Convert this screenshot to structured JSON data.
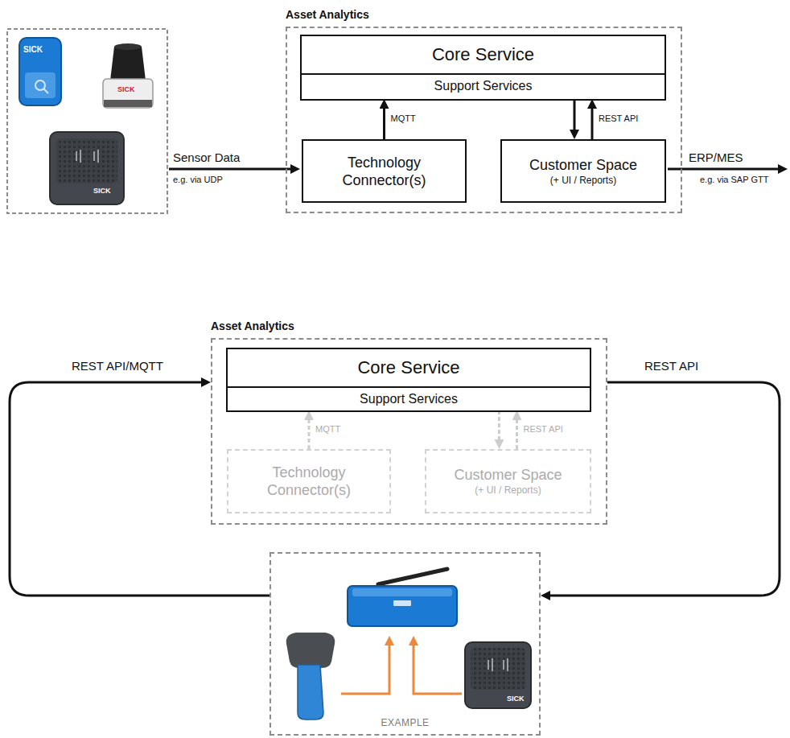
{
  "diagram": {
    "nodes": [
      {
        "text": [
          "Asset Analytics"
        ]
      },
      {
        "text": [
          "Core Service"
        ],
        "in": 0
      },
      {
        "text": [
          "Support Services"
        ],
        "in": 1
      },
      {
        "text": [
          "Technology Connector(s)"
        ],
        "in": 0
      },
      {
        "text": [
          "Customer Space",
          "(+ UI / Reports)"
        ],
        "in": 0
      },
      {
        "text": [
          "Asset Analytics"
        ]
      },
      {
        "text": [
          "Core Service"
        ],
        "in": 5
      },
      {
        "text": [
          "Support Services"
        ],
        "in": 6
      },
      {
        "text": [
          "Technology Connector(s)"
        ],
        "in": 5
      },
      {
        "text": [
          "Customer Space",
          "(+ UI / Reports)"
        ],
        "in": 5
      },
      {
        "text": [
          "EXAMPLE"
        ]
      }
    ],
    "edges": [
      {
        "from": 3,
        "to": 2,
        "arrow": "to",
        "label": "MQTT"
      },
      {
        "from": 2,
        "to": 4,
        "arrow": "to"
      },
      {
        "from": 4,
        "to": 2,
        "arrow": "to",
        "label": "REST API"
      },
      {
        "from": 8,
        "to": 7,
        "arrow": "to",
        "label": "MQTT"
      },
      {
        "from": 7,
        "to": 9,
        "arrow": "to"
      },
      {
        "from": 9,
        "to": 7,
        "arrow": "to",
        "label": "REST API"
      },
      {
        "from": 10,
        "to": 5,
        "arrow": "to",
        "label": "REST API/MQTT"
      },
      {
        "from": 5,
        "to": 10,
        "arrow": "to",
        "label": "REST API"
      }
    ],
    "labels": [
      "Sensor Data",
      "e.g. via UDP",
      "ERP/MES",
      "e.g. via SAP GTT",
      "SICK",
      "SICK",
      "SICK",
      "SICK"
    ]
  }
}
